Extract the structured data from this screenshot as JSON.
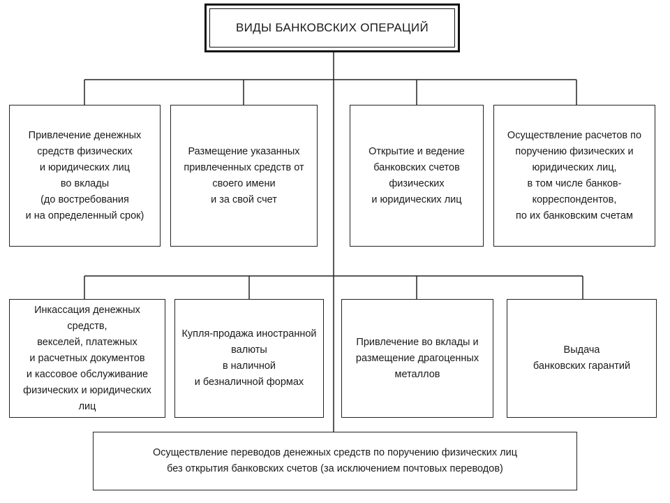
{
  "diagram": {
    "title": "ВИДЫ БАНКОВСКИХ ОПЕРАЦИЙ",
    "row1": [
      "Привлечение денежных\nсредств физических\nи юридических лиц\nво вклады\n(до востребования\nи на определенный срок)",
      "Размещение указанных\nпривлеченных средств от\nсвоего имени\nи за свой счет",
      "Открытие и ведение\nбанковских счетов\nфизических\nи юридических лиц",
      "Осуществление расчетов по\nпоручению физических и\nюридических лиц,\nв том числе банков-\nкорреспондентов,\nпо их банковским счетам"
    ],
    "row2": [
      "Инкассация денежных средств,\nвекселей, платежных\nи расчетных документов\nи кассовое обслуживание\nфизических и юридических лиц",
      "Купля-продажа иностранной\nвалюты\nв наличной\nи безналичной формах",
      "Привлечение во вклады и\nразмещение драгоценных\nметаллов",
      "Выдача\nбанковских гарантий"
    ],
    "bottom": "Осуществление переводов денежных средств по поручению физических лиц\nбез открытия банковских счетов (за исключением почтовых переводов)"
  }
}
